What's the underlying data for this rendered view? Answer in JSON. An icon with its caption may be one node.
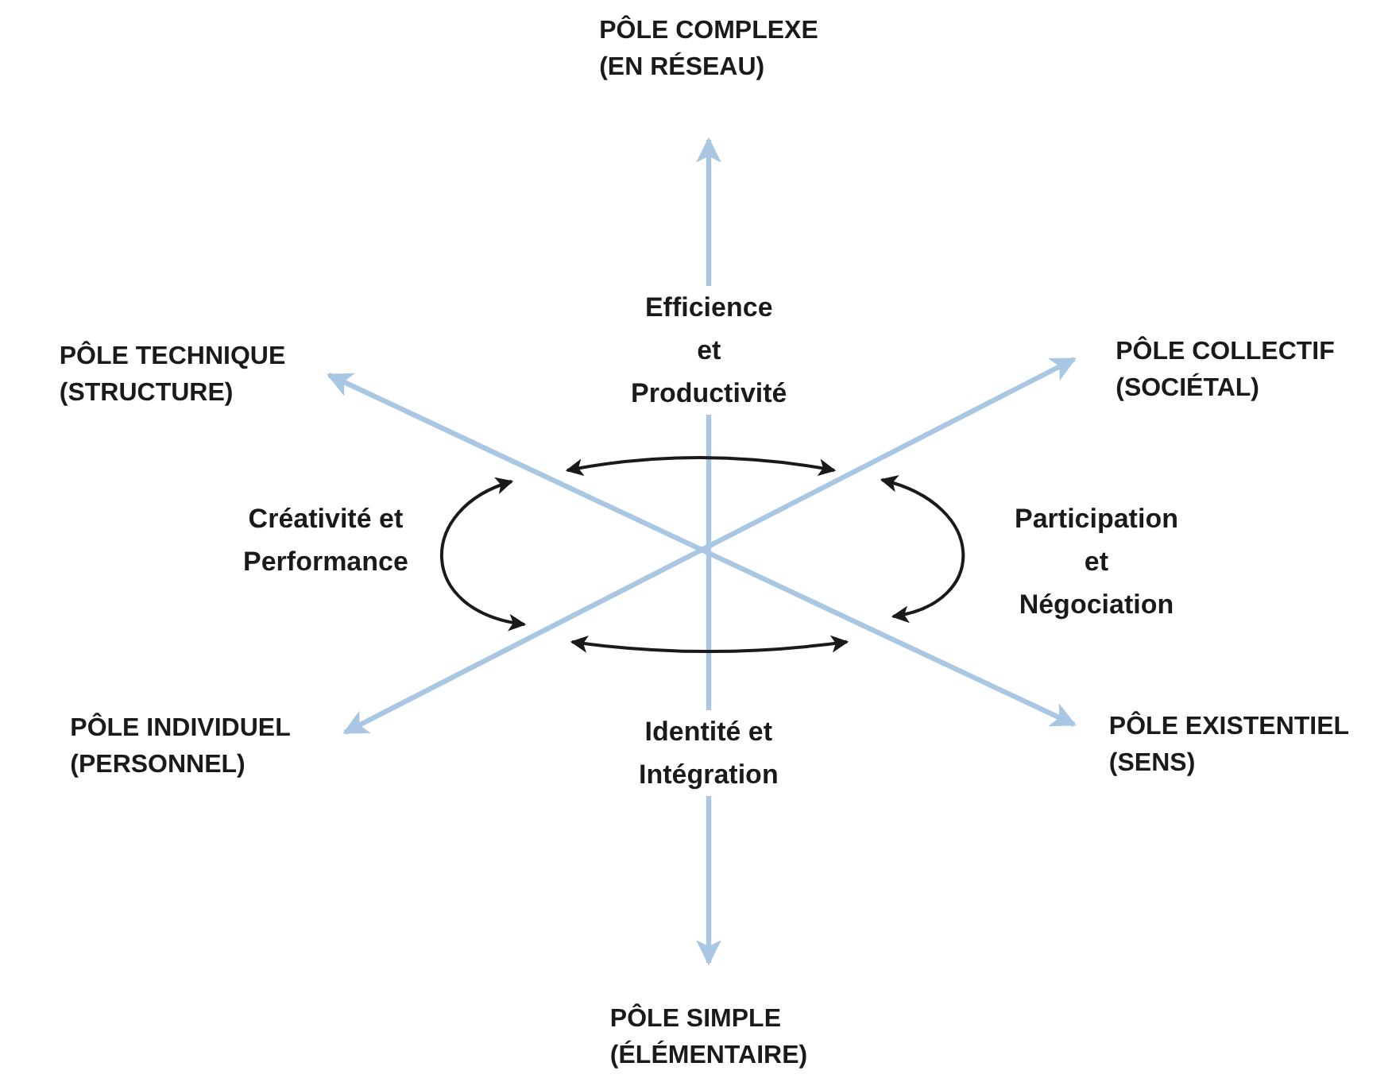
{
  "diagram": {
    "nodes": [
      {
        "text": [
          "PÔLE COMPLEXE (EN RÉSEAU)"
        ]
      },
      {
        "text": [
          "PÔLE TECHNIQUE (STRUCTURE)"
        ]
      },
      {
        "text": [
          "PÔLE COLLECTIF (SOCIÉTAL)"
        ]
      },
      {
        "text": [
          "PÔLE INDIVIDUEL (PERSONNEL)"
        ]
      },
      {
        "text": [
          "PÔLE EXISTENTIEL (SENS)"
        ]
      },
      {
        "text": [
          "PÔLE SIMPLE (ÉLÉMENTAIRE)"
        ]
      }
    ],
    "edges": [
      {
        "from": 0,
        "to": 5,
        "arrow": "both"
      },
      {
        "from": 1,
        "to": 4,
        "arrow": "both"
      },
      {
        "from": 3,
        "to": 2,
        "arrow": "both"
      }
    ],
    "labels": [
      "Efficience et Productivité",
      "Créativité et Performance",
      "Participation et Négociation",
      "Identité et Intégration"
    ]
  }
}
